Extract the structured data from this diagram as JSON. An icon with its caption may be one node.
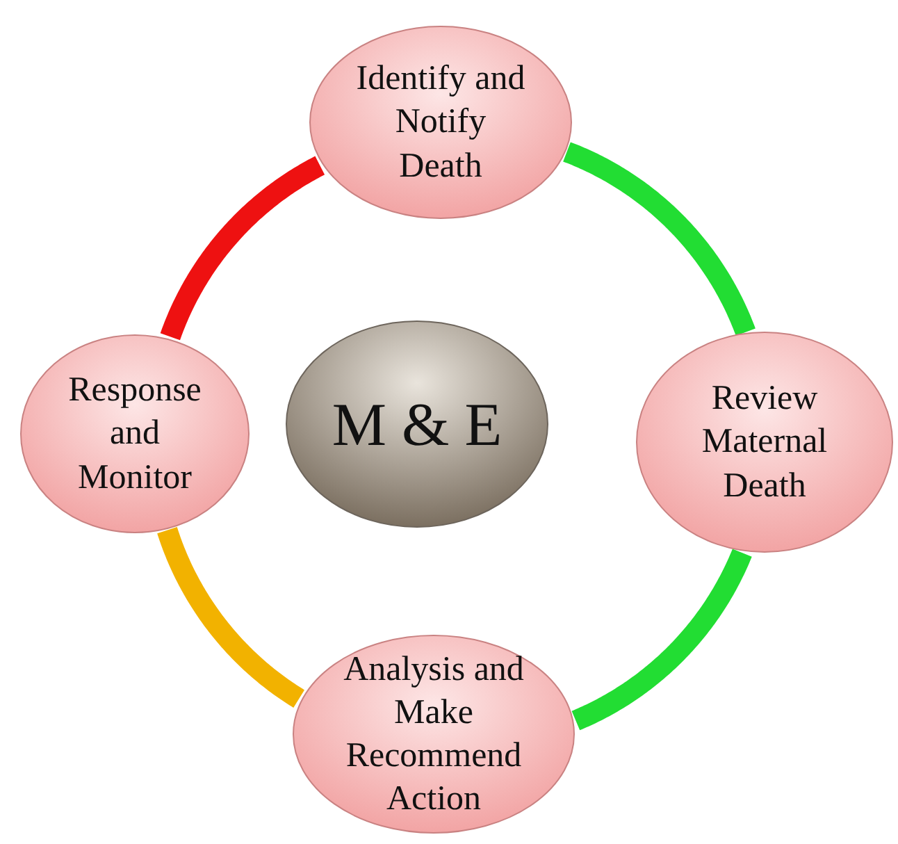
{
  "diagram": {
    "nodes": [
      {
        "text": [
          "Identify and Notify Death"
        ]
      },
      {
        "text": [
          "Review Maternal Death"
        ]
      },
      {
        "text": [
          "Analysis and Make Recommend Action"
        ]
      },
      {
        "text": [
          "Response and Monitor"
        ]
      },
      {
        "text": [
          "M & E"
        ]
      }
    ],
    "edges": [
      {
        "from": 0,
        "to": 1,
        "arrow": "none",
        "color": "#22dd33"
      },
      {
        "from": 1,
        "to": 2,
        "arrow": "none",
        "color": "#22dd33"
      },
      {
        "from": 2,
        "to": 3,
        "arrow": "none",
        "color": "#f2b200"
      },
      {
        "from": 3,
        "to": 0,
        "arrow": "none",
        "color": "#ee1111"
      }
    ]
  }
}
